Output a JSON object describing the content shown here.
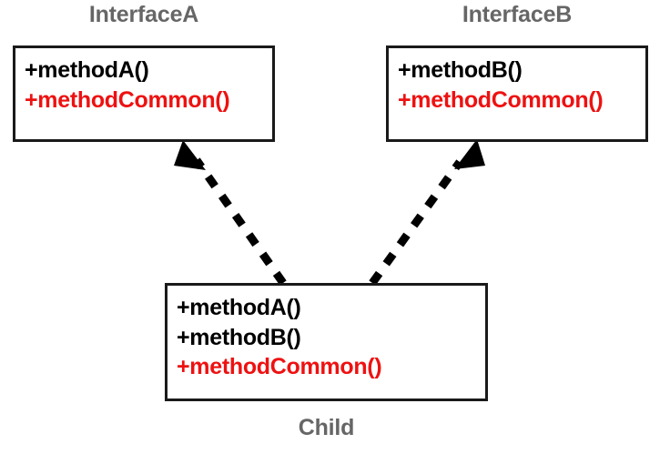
{
  "diagram": {
    "type": "uml-class-diagram",
    "background_color": "#ffffff",
    "title_color": "#666666",
    "border_color": "#1a1a1a",
    "method_color": "#000000",
    "common_method_color": "#ee1111",
    "classes": [
      {
        "id": "interface-a",
        "title": "InterfaceA",
        "methods": [
          {
            "label": "+methodA()",
            "highlighted": false
          },
          {
            "label": "+methodCommon()",
            "highlighted": true
          }
        ]
      },
      {
        "id": "interface-b",
        "title": "InterfaceB",
        "methods": [
          {
            "label": "+methodB()",
            "highlighted": false
          },
          {
            "label": "+methodCommon()",
            "highlighted": true
          }
        ]
      },
      {
        "id": "child",
        "title": "Child",
        "methods": [
          {
            "label": "+methodA()",
            "highlighted": false
          },
          {
            "label": "+methodB()",
            "highlighted": false
          },
          {
            "label": "+methodCommon()",
            "highlighted": true
          }
        ]
      }
    ],
    "relationships": [
      {
        "id": "child-implements-interface-a",
        "kind": "realization",
        "line_style": "dashed",
        "arrowhead": "solid-triangle",
        "from": "child",
        "to": "interface-a"
      },
      {
        "id": "child-implements-interface-b",
        "kind": "realization",
        "line_style": "dashed",
        "arrowhead": "solid-triangle",
        "from": "child",
        "to": "interface-b"
      }
    ]
  }
}
